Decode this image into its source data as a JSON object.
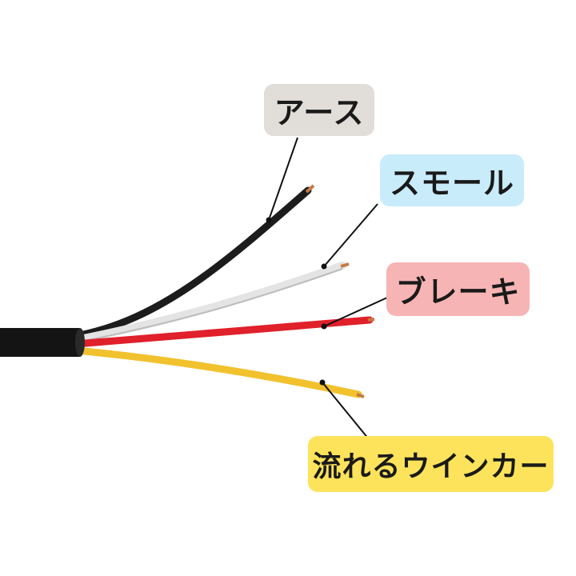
{
  "labels": {
    "earth": "アース",
    "small": "スモール",
    "brake": "ブレーキ",
    "turn_signal": "流れるウインカー"
  },
  "colors": {
    "earth_bg": "#e1ddd9",
    "small_bg": "#c9ecfb",
    "brake_bg": "#f7b4b4",
    "turn_bg": "#fde35b",
    "wire_black": "#1c1c1c",
    "wire_white": "#ececec",
    "wire_red": "#e0202a",
    "wire_yellow": "#f2c12e"
  }
}
